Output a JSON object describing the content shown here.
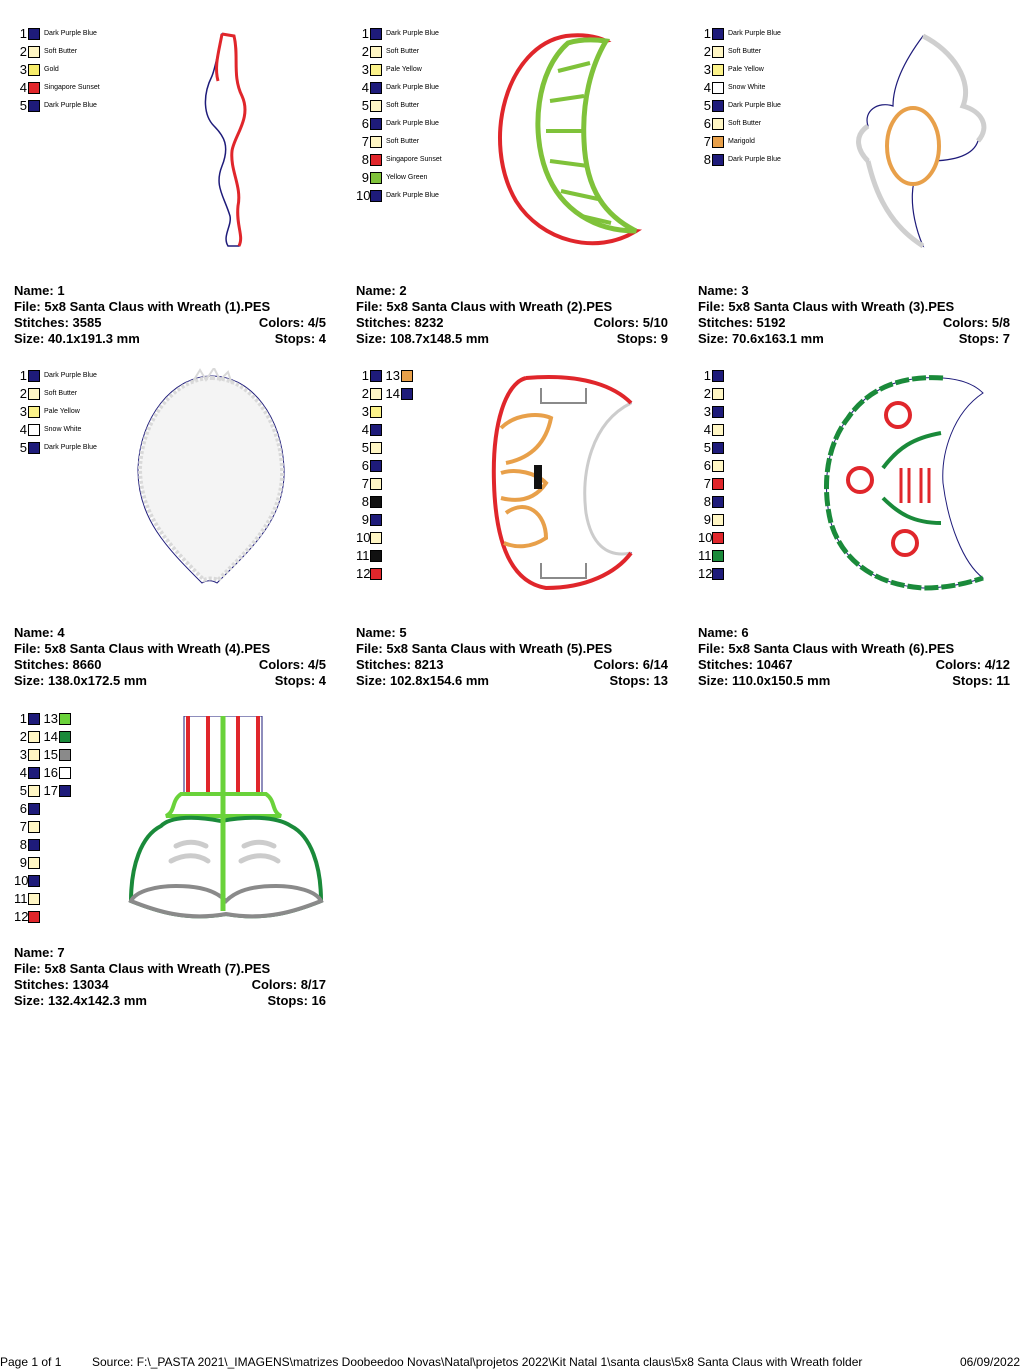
{
  "colors": {
    "Dark Purple Blue": "#1e1b7a",
    "Soft Butter": "#fff6c4",
    "Gold": "#f6ec6a",
    "Pale Yellow": "#fbf28a",
    "Singapore Sunset": "#e0262b",
    "Snow White": "#ffffff",
    "Yellow Green": "#7fc23a",
    "Marigold": "#e8a04a",
    "Black": "#111111",
    "Green": "#1a8a3a",
    "Light Green": "#6ad23a",
    "Grey": "#8a8a8a"
  },
  "designs": [
    {
      "name": "Name: 1",
      "file": "File: 5x8 Santa Claus with Wreath (1).PES",
      "stitches": "Stitches: 3585",
      "colors": "Colors: 4/5",
      "size": "Size: 40.1x191.3 mm",
      "stops": "Stops: 4",
      "art_icon": "scarf-icon",
      "swatches": [
        {
          "num": "1",
          "color": "#1e1b7a",
          "label": "Dark Purple Blue"
        },
        {
          "num": "2",
          "color": "#fff6c4",
          "label": "Soft Butter"
        },
        {
          "num": "3",
          "color": "#f6ec6a",
          "label": "Gold"
        },
        {
          "num": "4",
          "color": "#e0262b",
          "label": "Singapore Sunset"
        },
        {
          "num": "5",
          "color": "#1e1b7a",
          "label": "Dark Purple Blue"
        }
      ]
    },
    {
      "name": "Name: 2",
      "file": "File: 5x8 Santa Claus with Wreath (2).PES",
      "stitches": "Stitches: 8232",
      "colors": "Colors: 5/10",
      "size": "Size: 108.7x148.5 mm",
      "stops": "Stops: 9",
      "art_icon": "crescent-ladder-icon",
      "swatches": [
        {
          "num": "1",
          "color": "#1e1b7a",
          "label": "Dark Purple Blue"
        },
        {
          "num": "2",
          "color": "#fff6c4",
          "label": "Soft Butter"
        },
        {
          "num": "3",
          "color": "#fbf28a",
          "label": "Pale Yellow"
        },
        {
          "num": "4",
          "color": "#1e1b7a",
          "label": "Dark Purple Blue"
        },
        {
          "num": "5",
          "color": "#fff6c4",
          "label": "Soft Butter"
        },
        {
          "num": "6",
          "color": "#1e1b7a",
          "label": "Dark Purple Blue"
        },
        {
          "num": "7",
          "color": "#fff6c4",
          "label": "Soft Butter"
        },
        {
          "num": "8",
          "color": "#e0262b",
          "label": "Singapore Sunset"
        },
        {
          "num": "9",
          "color": "#7fc23a",
          "label": "Yellow Green"
        },
        {
          "num": "10",
          "color": "#1e1b7a",
          "label": "Dark Purple Blue"
        }
      ]
    },
    {
      "name": "Name: 3",
      "file": "File: 5x8 Santa Claus with Wreath (3).PES",
      "stitches": "Stitches: 5192",
      "colors": "Colors: 5/8",
      "size": "Size: 70.6x163.1 mm",
      "stops": "Stops: 7",
      "art_icon": "winged-ring-icon",
      "swatches": [
        {
          "num": "1",
          "color": "#1e1b7a",
          "label": "Dark Purple Blue"
        },
        {
          "num": "2",
          "color": "#fff6c4",
          "label": "Soft Butter"
        },
        {
          "num": "3",
          "color": "#fbf28a",
          "label": "Pale Yellow"
        },
        {
          "num": "4",
          "color": "#ffffff",
          "label": "Snow White"
        },
        {
          "num": "5",
          "color": "#1e1b7a",
          "label": "Dark Purple Blue"
        },
        {
          "num": "6",
          "color": "#fff6c4",
          "label": "Soft Butter"
        },
        {
          "num": "7",
          "color": "#e8a04a",
          "label": "Marigold"
        },
        {
          "num": "8",
          "color": "#1e1b7a",
          "label": "Dark Purple Blue"
        }
      ]
    },
    {
      "name": "Name: 4",
      "file": "File: 5x8 Santa Claus with Wreath (4).PES",
      "stitches": "Stitches: 8660",
      "colors": "Colors: 4/5",
      "size": "Size: 138.0x172.5 mm",
      "stops": "Stops: 4",
      "art_icon": "beard-icon",
      "swatches": [
        {
          "num": "1",
          "color": "#1e1b7a",
          "label": "Dark Purple Blue"
        },
        {
          "num": "2",
          "color": "#fff6c4",
          "label": "Soft Butter"
        },
        {
          "num": "3",
          "color": "#fbf28a",
          "label": "Pale Yellow"
        },
        {
          "num": "4",
          "color": "#ffffff",
          "label": "Snow White"
        },
        {
          "num": "5",
          "color": "#1e1b7a",
          "label": "Dark Purple Blue"
        }
      ]
    },
    {
      "name": "Name: 5",
      "file": "File: 5x8 Santa Claus with Wreath (5).PES",
      "stitches": "Stitches: 8213",
      "colors": "Colors: 6/14",
      "size": "Size: 102.8x154.6 mm",
      "stops": "Stops: 13",
      "art_icon": "coat-crescent-icon",
      "swatches": [
        {
          "num": "1",
          "color": "#1e1b7a",
          "label": ""
        },
        {
          "num": "2",
          "color": "#fff6c4",
          "label": ""
        },
        {
          "num": "3",
          "color": "#fbf28a",
          "label": ""
        },
        {
          "num": "4",
          "color": "#1e1b7a",
          "label": ""
        },
        {
          "num": "5",
          "color": "#fff6c4",
          "label": ""
        },
        {
          "num": "6",
          "color": "#1e1b7a",
          "label": ""
        },
        {
          "num": "7",
          "color": "#fff6c4",
          "label": ""
        },
        {
          "num": "8",
          "color": "#111111",
          "label": ""
        },
        {
          "num": "9",
          "color": "#1e1b7a",
          "label": ""
        },
        {
          "num": "10",
          "color": "#fff6c4",
          "label": ""
        },
        {
          "num": "11",
          "color": "#111111",
          "label": ""
        },
        {
          "num": "12",
          "color": "#e0262b",
          "label": ""
        }
      ],
      "swatches2": [
        {
          "num": "13",
          "color": "#e8a04a"
        },
        {
          "num": "14",
          "color": "#1e1b7a"
        }
      ]
    },
    {
      "name": "Name: 6",
      "file": "File: 5x8 Santa Claus with Wreath (6).PES",
      "stitches": "Stitches: 10467",
      "colors": "Colors: 4/12",
      "size": "Size: 110.0x150.5 mm",
      "stops": "Stops: 11",
      "art_icon": "wreath-icon",
      "swatches": [
        {
          "num": "1",
          "color": "#1e1b7a",
          "label": ""
        },
        {
          "num": "2",
          "color": "#fff6c4",
          "label": ""
        },
        {
          "num": "3",
          "color": "#1e1b7a",
          "label": ""
        },
        {
          "num": "4",
          "color": "#fff6c4",
          "label": ""
        },
        {
          "num": "5",
          "color": "#1e1b7a",
          "label": ""
        },
        {
          "num": "6",
          "color": "#fff6c4",
          "label": ""
        },
        {
          "num": "7",
          "color": "#e0262b",
          "label": ""
        },
        {
          "num": "8",
          "color": "#1e1b7a",
          "label": ""
        },
        {
          "num": "9",
          "color": "#fff6c4",
          "label": ""
        },
        {
          "num": "10",
          "color": "#e0262b",
          "label": ""
        },
        {
          "num": "11",
          "color": "#1a8a3a",
          "label": ""
        },
        {
          "num": "12",
          "color": "#1e1b7a",
          "label": ""
        }
      ]
    },
    {
      "name": "Name: 7",
      "file": "File: 5x8 Santa Claus with Wreath (7).PES",
      "stitches": "Stitches: 13034",
      "colors": "Colors: 8/17",
      "size": "Size: 132.4x142.3 mm",
      "stops": "Stops: 16",
      "art_icon": "boots-icon",
      "swatches": [
        {
          "num": "1",
          "color": "#1e1b7a",
          "label": ""
        },
        {
          "num": "2",
          "color": "#fff6c4",
          "label": ""
        },
        {
          "num": "3",
          "color": "#fff6c4",
          "label": ""
        },
        {
          "num": "4",
          "color": "#1e1b7a",
          "label": ""
        },
        {
          "num": "5",
          "color": "#fff6c4",
          "label": ""
        },
        {
          "num": "6",
          "color": "#1e1b7a",
          "label": ""
        },
        {
          "num": "7",
          "color": "#fff6c4",
          "label": ""
        },
        {
          "num": "8",
          "color": "#1e1b7a",
          "label": ""
        },
        {
          "num": "9",
          "color": "#fff6c4",
          "label": ""
        },
        {
          "num": "10",
          "color": "#1e1b7a",
          "label": ""
        },
        {
          "num": "11",
          "color": "#fff6c4",
          "label": ""
        },
        {
          "num": "12",
          "color": "#e0262b",
          "label": ""
        }
      ],
      "swatches2": [
        {
          "num": "13",
          "color": "#6ad23a"
        },
        {
          "num": "14",
          "color": "#1a8a3a"
        },
        {
          "num": "15",
          "color": "#8a8a8a"
        },
        {
          "num": "16",
          "color": "#ffffff"
        },
        {
          "num": "17",
          "color": "#1e1b7a"
        }
      ]
    }
  ],
  "footer": {
    "page": "Page 1 of 1",
    "source": "Source: F:\\_PASTA 2021\\_IMAGENS\\matrizes Doobeedoo Novas\\Natal\\projetos 2022\\Kit Natal 1\\santa claus\\5x8 Santa Claus with Wreath folder",
    "date": "06/09/2022"
  }
}
